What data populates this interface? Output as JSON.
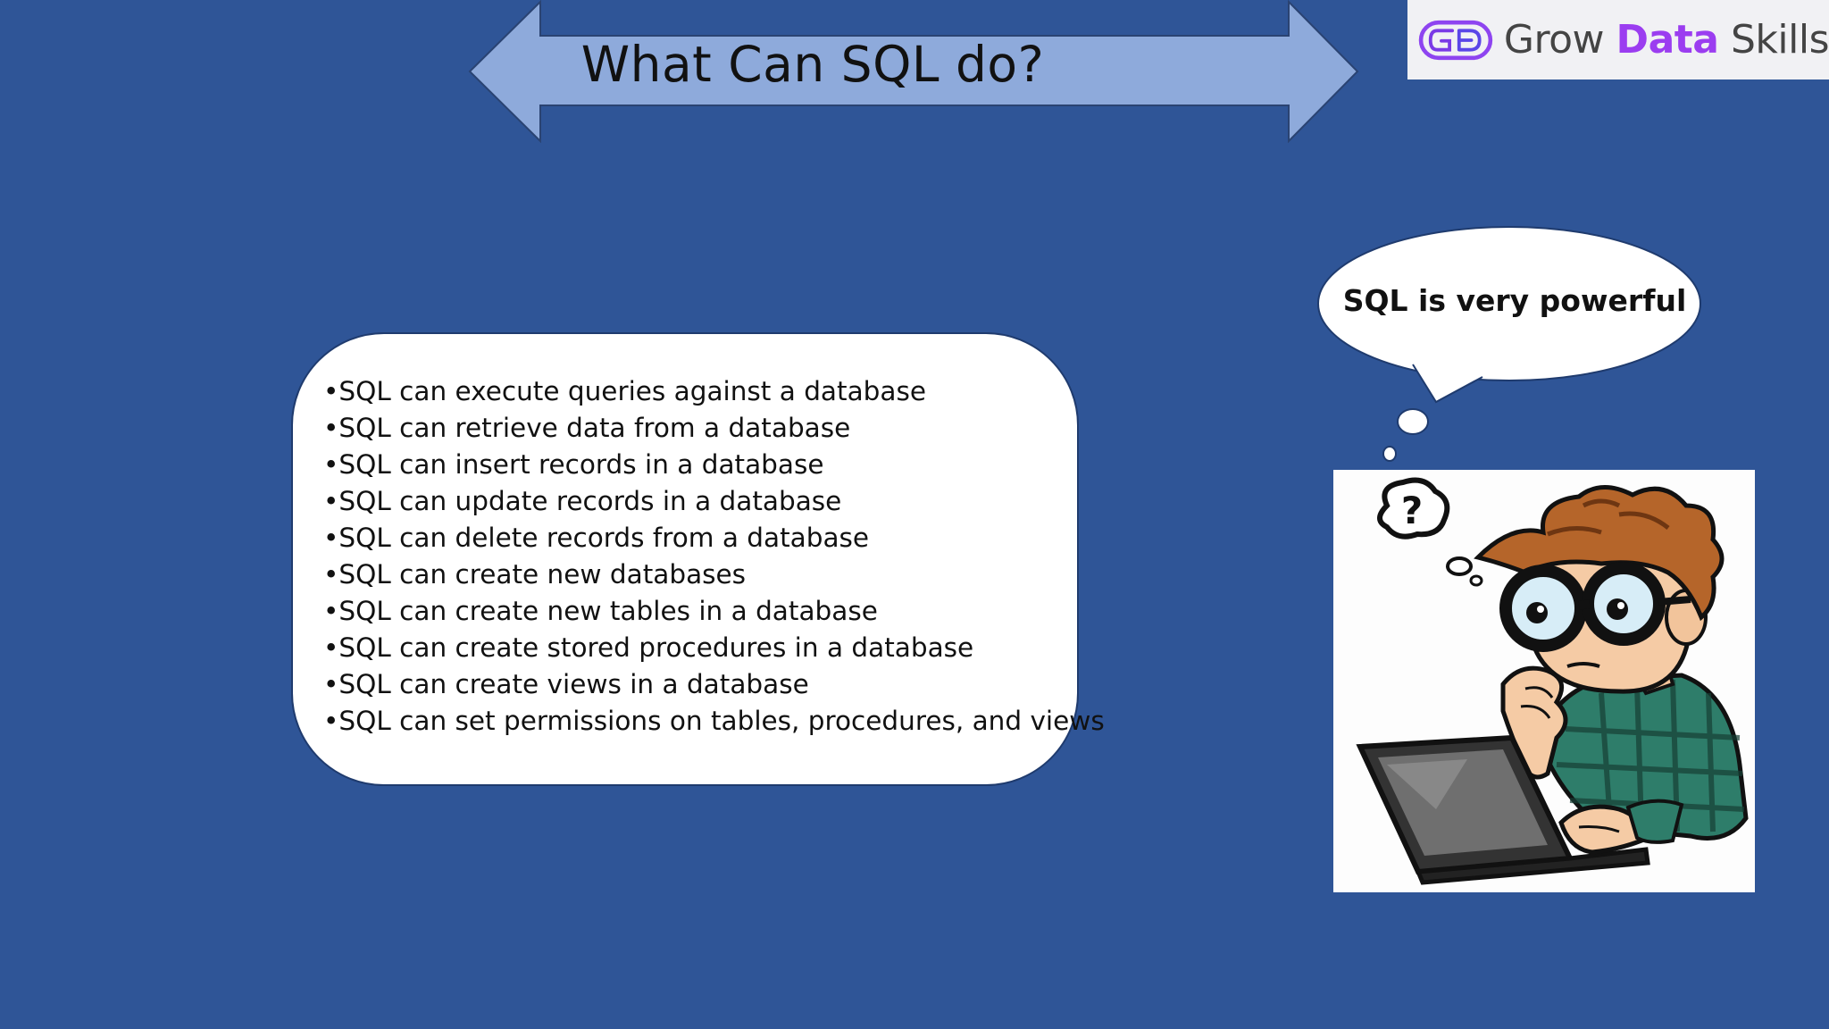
{
  "slide": {
    "title": "What Can SQL do?",
    "bullets": [
      "•SQL can execute queries against a database",
      "•SQL can retrieve data from a database",
      "•SQL can insert records in a database",
      "•SQL can update records in a database",
      "•SQL can delete records from a database",
      "•SQL can create new databases",
      "•SQL can create new tables in a database",
      "•SQL can create stored procedures in a database",
      "•SQL can create views in a database",
      "•SQL can set permissions on tables, procedures, and views"
    ],
    "thought": "SQL is very powerful"
  },
  "logo": {
    "word1": "Grow ",
    "word2": "Data",
    "word3": " Skills",
    "mark_text": "GD"
  },
  "illustration": {
    "icon": "thinking-programmer-illustration",
    "question_mark": "?"
  },
  "colors": {
    "background": "#2f5597",
    "arrow_fill": "#8eaadb",
    "logo_accent": "#9b3df0",
    "shirt": "#2e7d6a",
    "hair": "#b5652a"
  }
}
